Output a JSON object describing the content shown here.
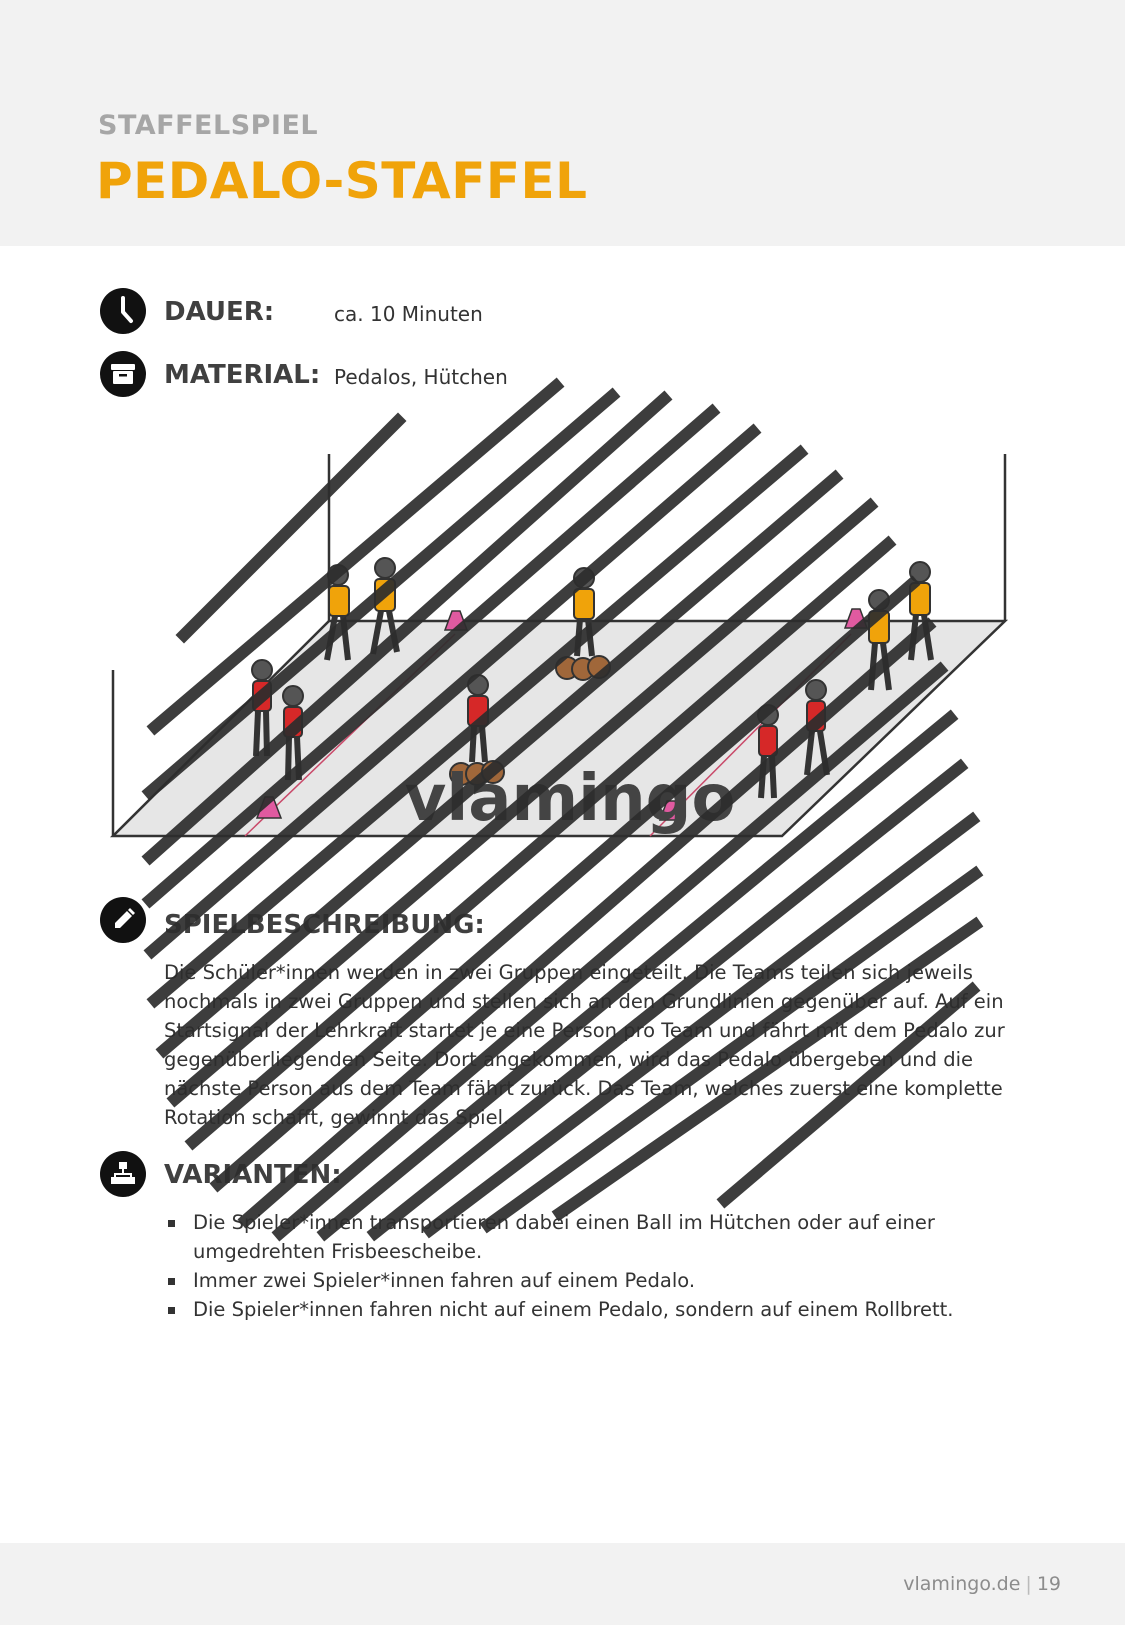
{
  "header": {
    "kicker": "STAFFELSPIEL",
    "title": "PEDALO-STAFFEL"
  },
  "info": {
    "duration": {
      "label": "DAUER:",
      "value": "ca. 10 Minuten",
      "icon": "clock-icon"
    },
    "material": {
      "label": "MATERIAL:",
      "value": "Pedalos, Hütchen",
      "icon": "box-icon"
    }
  },
  "illustration": {
    "watermark": "vlamingo",
    "colors": {
      "team_a": "#d62828",
      "team_b": "#f0a30a",
      "cone": "#e05aa0",
      "pedalo": "#a0673a",
      "floor": "#e6e6e6"
    }
  },
  "description": {
    "label": "SPIELBESCHREIBUNG:",
    "icon": "pencil-icon",
    "text": "Die Schüler*innen werden in zwei Gruppen eingeteilt. Die Teams teilen sich jeweils nochmals in zwei Gruppen und stellen sich an den Grundlinien gegenüber auf. Auf ein Startsignal der Lehrkraft startet je eine Person pro Team und fährt mit dem Pedalo zur gegenüberliegenden Seite. Dort angekommen, wird das Pedalo übergeben und die nächste Person aus dem Team fährt zurück. Das Team, welches zuerst eine komplette Rotation schafft, gewinnt das Spiel."
  },
  "variants": {
    "label": "VARIANTEN:",
    "icon": "hierarchy-icon",
    "items": [
      "Die Spieler*innen transportieren dabei einen Ball im Hütchen oder auf einer umgedrehten Frisbeescheibe.",
      "Immer zwei Spieler*innen fahren auf einem Pedalo.",
      "Die Spieler*innen fahren nicht auf einem Pedalo, sondern auf einem Rollbrett."
    ]
  },
  "footer": {
    "site": "vlamingo.de",
    "page": "19"
  }
}
